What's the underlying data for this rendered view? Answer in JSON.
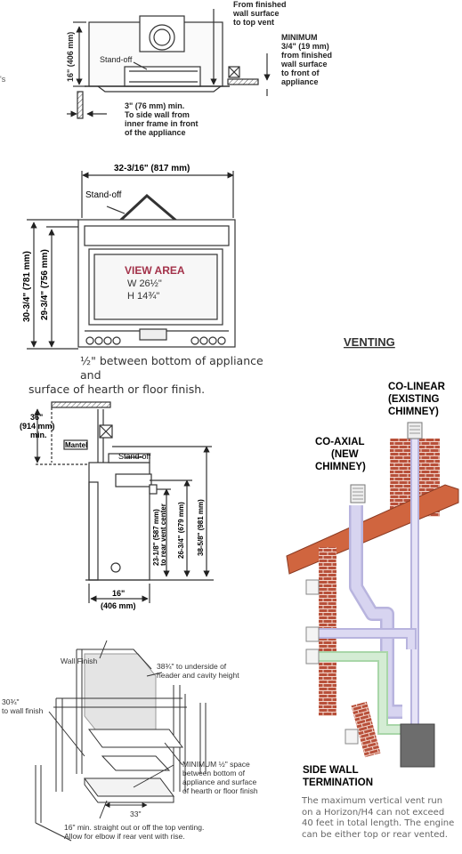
{
  "top": {
    "dim_16_406": "16\" (406 mm)",
    "standoff": "Stand-off",
    "from_finished_1": "From finished",
    "from_finished_2": "wall surface",
    "from_finished_3": "to top vent",
    "minimum_1": "MINIMUM",
    "minimum_2": "3/4\" (19 mm)",
    "minimum_3": "from finished",
    "minimum_4": "wall surface",
    "minimum_5": "to front of",
    "minimum_6": "appliance",
    "side_1": "3\" (76 mm) min.",
    "side_2": "To side wall from",
    "side_3": "inner frame in front",
    "side_4": "of the appliance",
    "edge_mark": "'s"
  },
  "front": {
    "width": "32-3/16\" (817 mm)",
    "standoff": "Stand-off",
    "h1": "30-3/4\" (781 mm)",
    "h2": "29-3/4\" (756 mm)",
    "view_area": "VIEW AREA",
    "view_w": "W  26½\"",
    "view_h": "H  14¾\"",
    "note_1": "½\" between bottom of appliance and",
    "note_2": "surface of hearth or floor finish."
  },
  "side": {
    "d36_1": "36\"",
    "d36_2": "(914 mm)",
    "d36_3": "min.",
    "mantel": "Mantel",
    "standoff": "Stand-off",
    "v1": "23-1/8\" (587 mm)",
    "v1b": "to rear vent center",
    "v2": "26-3/4\" (679 mm)",
    "v3": "38-5/8\" (981 mm)",
    "w1": "16\"",
    "w2": "(406 mm)"
  },
  "framing": {
    "wall_finish": "Wall Finish",
    "under_1": "38¾\" to underside of",
    "under_2": "header and cavity height",
    "left_1": "30¾\"",
    "left_2": "to wall finish",
    "min_1": "MINIMUM ½\" space",
    "min_2": "between bottom of",
    "min_3": "appliance and surface",
    "min_4": "of hearth or floor finish",
    "dim33": "33\"",
    "bottom_1": "16\" min. straight out or off the top venting.",
    "bottom_2": "Allow for elbow if rear vent with rise."
  },
  "venting": {
    "title": "VENTING",
    "colinear_1": "CO-LINEAR",
    "colinear_2": "(EXISTING",
    "colinear_3": "CHIMNEY)",
    "coaxial_1": "CO-AXIAL",
    "coaxial_2": "(NEW",
    "coaxial_3": "CHIMNEY)",
    "sidewall_1": "SIDE WALL",
    "sidewall_2": "TERMINATION",
    "para_1": "The maximum vertical vent run",
    "para_2": "on a Horizon/H4 can not exceed",
    "para_3": "40 feet in total length. The engine",
    "para_4": "can be either top or rear vented."
  },
  "colors": {
    "brick": "#b8503a",
    "roof": "#d0653f",
    "pipe": "#c9c6e6",
    "pipe_green": "#cfe8cf",
    "engine": "#6d6d6d",
    "view_area": "#a3324a"
  }
}
